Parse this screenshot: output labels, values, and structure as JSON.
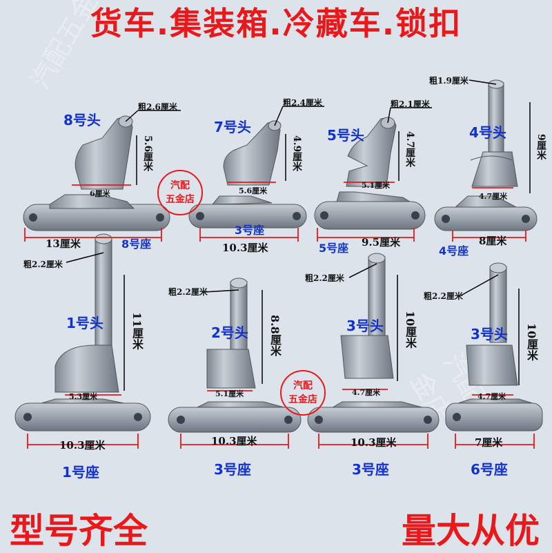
{
  "title": "货车.集装箱.冷藏车.锁扣",
  "footer": {
    "left": "型号齐全",
    "right": "量大从优"
  },
  "stamp": {
    "line1": "汽配",
    "line2": "五金店"
  },
  "watermark": "汽配五金店",
  "colors": {
    "title_red": "#e8181b",
    "label_blue": "#1232c8",
    "metal": "#a7afb8"
  },
  "heads": [
    {
      "label": "8号头",
      "thickness": "粗2.6厘米",
      "height": "5.6厘米",
      "width": "6厘米"
    },
    {
      "label": "7号头",
      "thickness": "粗2.4厘米",
      "height": "4.9厘米",
      "width": "5.6厘米"
    },
    {
      "label": "5号头",
      "thickness": "粗2.1厘米",
      "height": "4.7厘米",
      "width": "5.1厘米"
    },
    {
      "label": "4号头",
      "thickness": "粗1.9厘米",
      "height": "9厘米",
      "width": "4.7厘米"
    },
    {
      "label": "1号头",
      "thickness": "粗2.2厘米",
      "height": "11厘米",
      "width": "5.3厘米"
    },
    {
      "label": "2号头",
      "thickness": "粗2.2厘米",
      "height": "8.8厘米",
      "width": "5.1厘米"
    },
    {
      "label": "3号头",
      "thickness": "粗2.2厘米",
      "height": "10厘米",
      "width": "4.7厘米"
    },
    {
      "label": "3号头",
      "thickness": "粗2.2厘米",
      "height": "10厘米",
      "width": "4.7厘米"
    }
  ],
  "seats": [
    {
      "label": "8号座",
      "length": "13厘米"
    },
    {
      "label": "3号座",
      "length": "10.3厘米"
    },
    {
      "label": "5号座",
      "length": "9.5厘米"
    },
    {
      "label": "4号座",
      "length": "8厘米"
    },
    {
      "label": "1号座",
      "length": "10.3厘米"
    },
    {
      "label": "3号座",
      "length": "10.3厘米"
    },
    {
      "label": "3号座",
      "length": "10.3厘米"
    },
    {
      "label": "6号座",
      "length": "7厘米"
    }
  ]
}
